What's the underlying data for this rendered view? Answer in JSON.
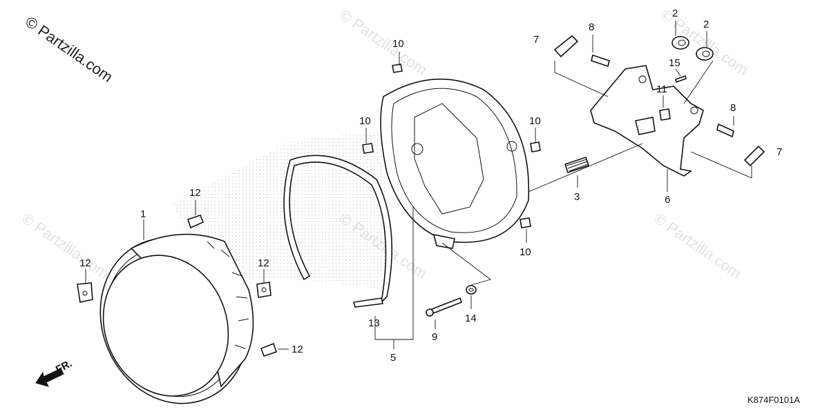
{
  "watermark": {
    "main": "© Partzilla.com",
    "faint": "© Partzilla.com"
  },
  "diagram_code": "K874F0101A",
  "direction_label": "FR.",
  "callouts": {
    "p1": "1",
    "p2a": "2",
    "p2b": "2",
    "p3": "3",
    "p5": "5",
    "p6": "6",
    "p7a": "7",
    "p7b": "7",
    "p8a": "8",
    "p8b": "8",
    "p9": "9",
    "p10a": "10",
    "p10b": "10",
    "p10c": "10",
    "p10d": "10",
    "p11": "11",
    "p12a": "12",
    "p12b": "12",
    "p12c": "12",
    "p12d": "12",
    "p13": "13",
    "p14": "14",
    "p15": "15"
  },
  "colors": {
    "line": "#111111",
    "watermark": "#e2e2e2",
    "stipple": "#c8c8c8"
  }
}
